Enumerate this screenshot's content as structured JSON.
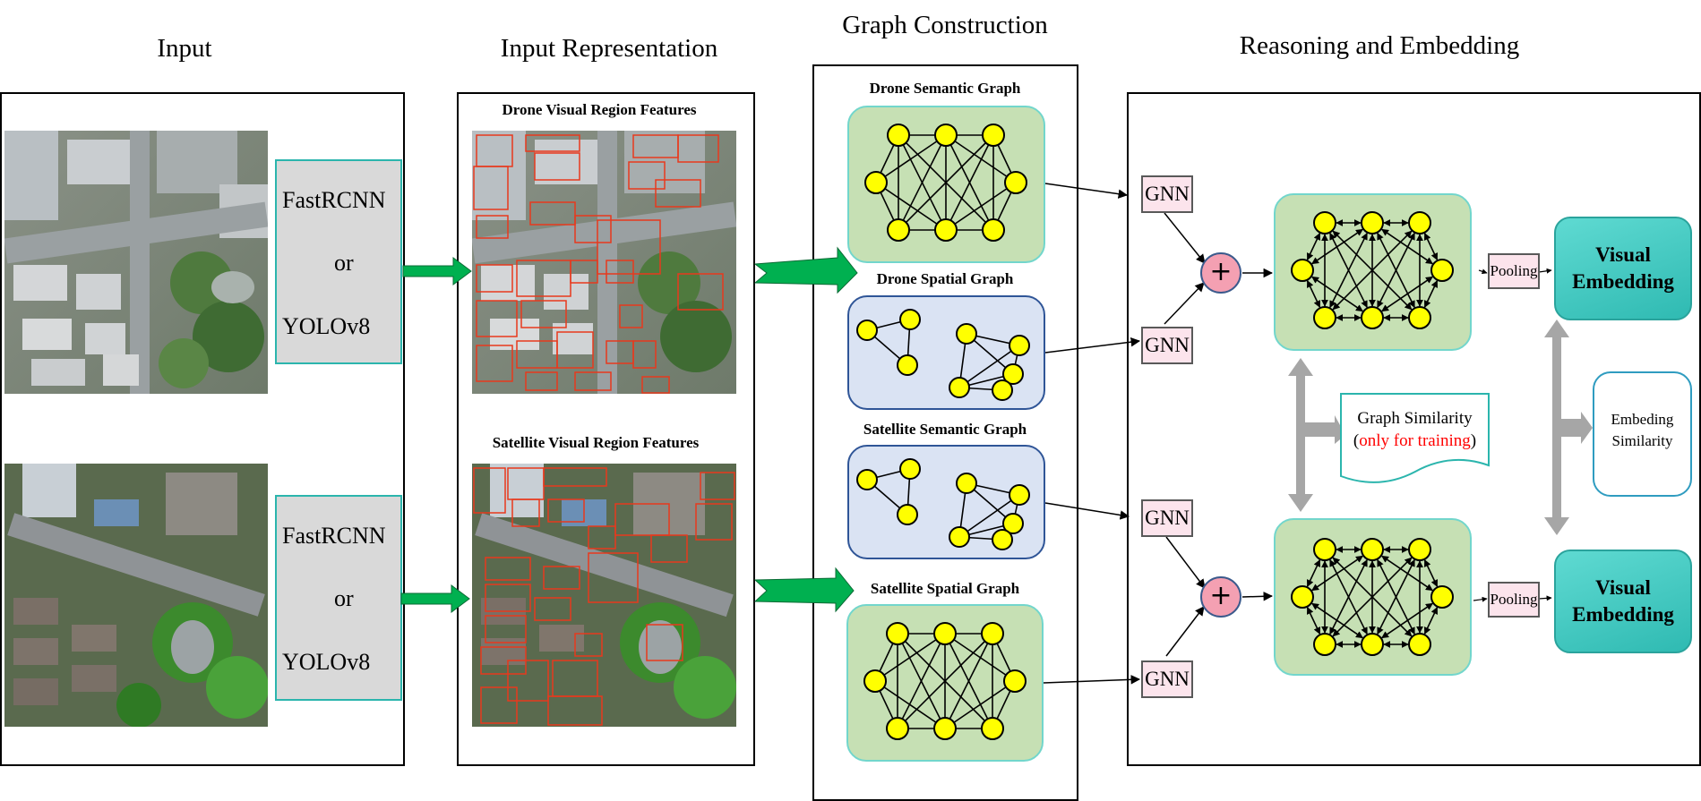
{
  "titles": {
    "input": "Input",
    "input_representation": "Input Representation",
    "graph_construction": "Graph Construction",
    "reasoning": "Reasoning and Embedding"
  },
  "detectors": [
    {
      "line1": "FastRCNN",
      "line2": "or",
      "line3": "YOLOv8"
    },
    {
      "line1": "FastRCNN",
      "line2": "or",
      "line3": "YOLOv8"
    }
  ],
  "features": {
    "drone": "Drone Visual Region Features",
    "satellite": "Satellite Visual Region Features"
  },
  "graphs": {
    "drone_semantic": "Drone Semantic Graph",
    "drone_spatial": "Drone Spatial Graph",
    "satellite_semantic": "Satellite Semantic Graph",
    "satellite_spatial": "Satellite Spatial Graph"
  },
  "reasoning": {
    "gnn": "GNN",
    "plus": "+",
    "pooling": "Pooling",
    "visual_embedding_line1": "Visual",
    "visual_embedding_line2": "Embedding",
    "graph_similarity": "Graph Similarity",
    "only_for_training": "only for training",
    "embedding_similarity_line1": "Embeding",
    "embedding_similarity_line2": "Similarity"
  },
  "colors": {
    "node_fill": "#ffff00",
    "green_graph": "#c6e0b4",
    "blue_graph": "#dae3f3",
    "arrow_green": "#00b050",
    "gnn_fill": "#fce4ec",
    "embedding": "#3cc6be",
    "detection_box": "#e8391d",
    "highlight_text": "#ff0000"
  }
}
